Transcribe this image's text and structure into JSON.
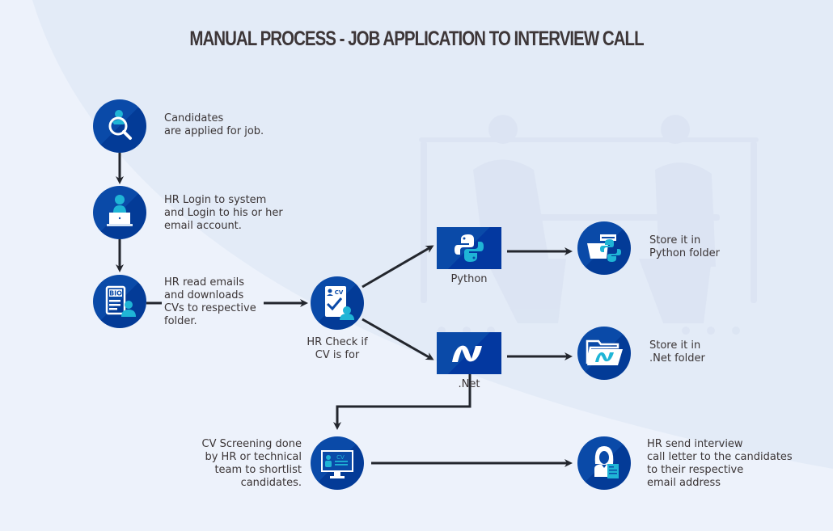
{
  "title": "MANUAL PROCESS - JOB APPLICATION TO INTERVIEW CALL",
  "colors": {
    "node_blue": "#0a4aa8",
    "node_dark": "#033b97",
    "accent_cyan": "#1fb5d6",
    "arrow": "#23262d",
    "text": "#3b3536",
    "background": "#e3ebf7"
  },
  "steps": [
    {
      "id": "candidates-applied",
      "icon": "search-candidate-icon",
      "label": "Candidates\nare applied for job."
    },
    {
      "id": "hr-login",
      "icon": "hr-laptop-icon",
      "label": "HR Login to system\nand Login to his or her\nemail account."
    },
    {
      "id": "hr-download-cvs",
      "icon": "bio-document-icon",
      "label": "HR read emails\nand downloads\nCVs to respective\nfolder."
    },
    {
      "id": "hr-check-cv",
      "icon": "cv-check-icon",
      "label": "HR Check if\nCV is for"
    },
    {
      "id": "python",
      "icon": "python-logo-icon",
      "label": "Python"
    },
    {
      "id": "dotnet",
      "icon": "dotnet-logo-icon",
      "label": ".Net"
    },
    {
      "id": "store-python",
      "icon": "python-folder-icon",
      "label": "Store it in\nPython folder"
    },
    {
      "id": "store-dotnet",
      "icon": "dotnet-folder-icon",
      "label": "Store it in\n.Net folder"
    },
    {
      "id": "cv-screening",
      "icon": "monitor-cv-icon",
      "label": "CV Screening done\nby HR or technical\nteam to shortlist\ncandidates."
    },
    {
      "id": "interview-call",
      "icon": "hr-letter-icon",
      "label": "HR send interview\ncall letter to the candidates\nto their respective\nemail address"
    }
  ],
  "edges": [
    [
      "candidates-applied",
      "hr-login"
    ],
    [
      "hr-login",
      "hr-download-cvs"
    ],
    [
      "hr-download-cvs",
      "hr-check-cv"
    ],
    [
      "hr-check-cv",
      "python"
    ],
    [
      "hr-check-cv",
      "dotnet"
    ],
    [
      "python",
      "store-python"
    ],
    [
      "dotnet",
      "store-dotnet"
    ],
    [
      "dotnet",
      "cv-screening"
    ],
    [
      "cv-screening",
      "interview-call"
    ]
  ]
}
